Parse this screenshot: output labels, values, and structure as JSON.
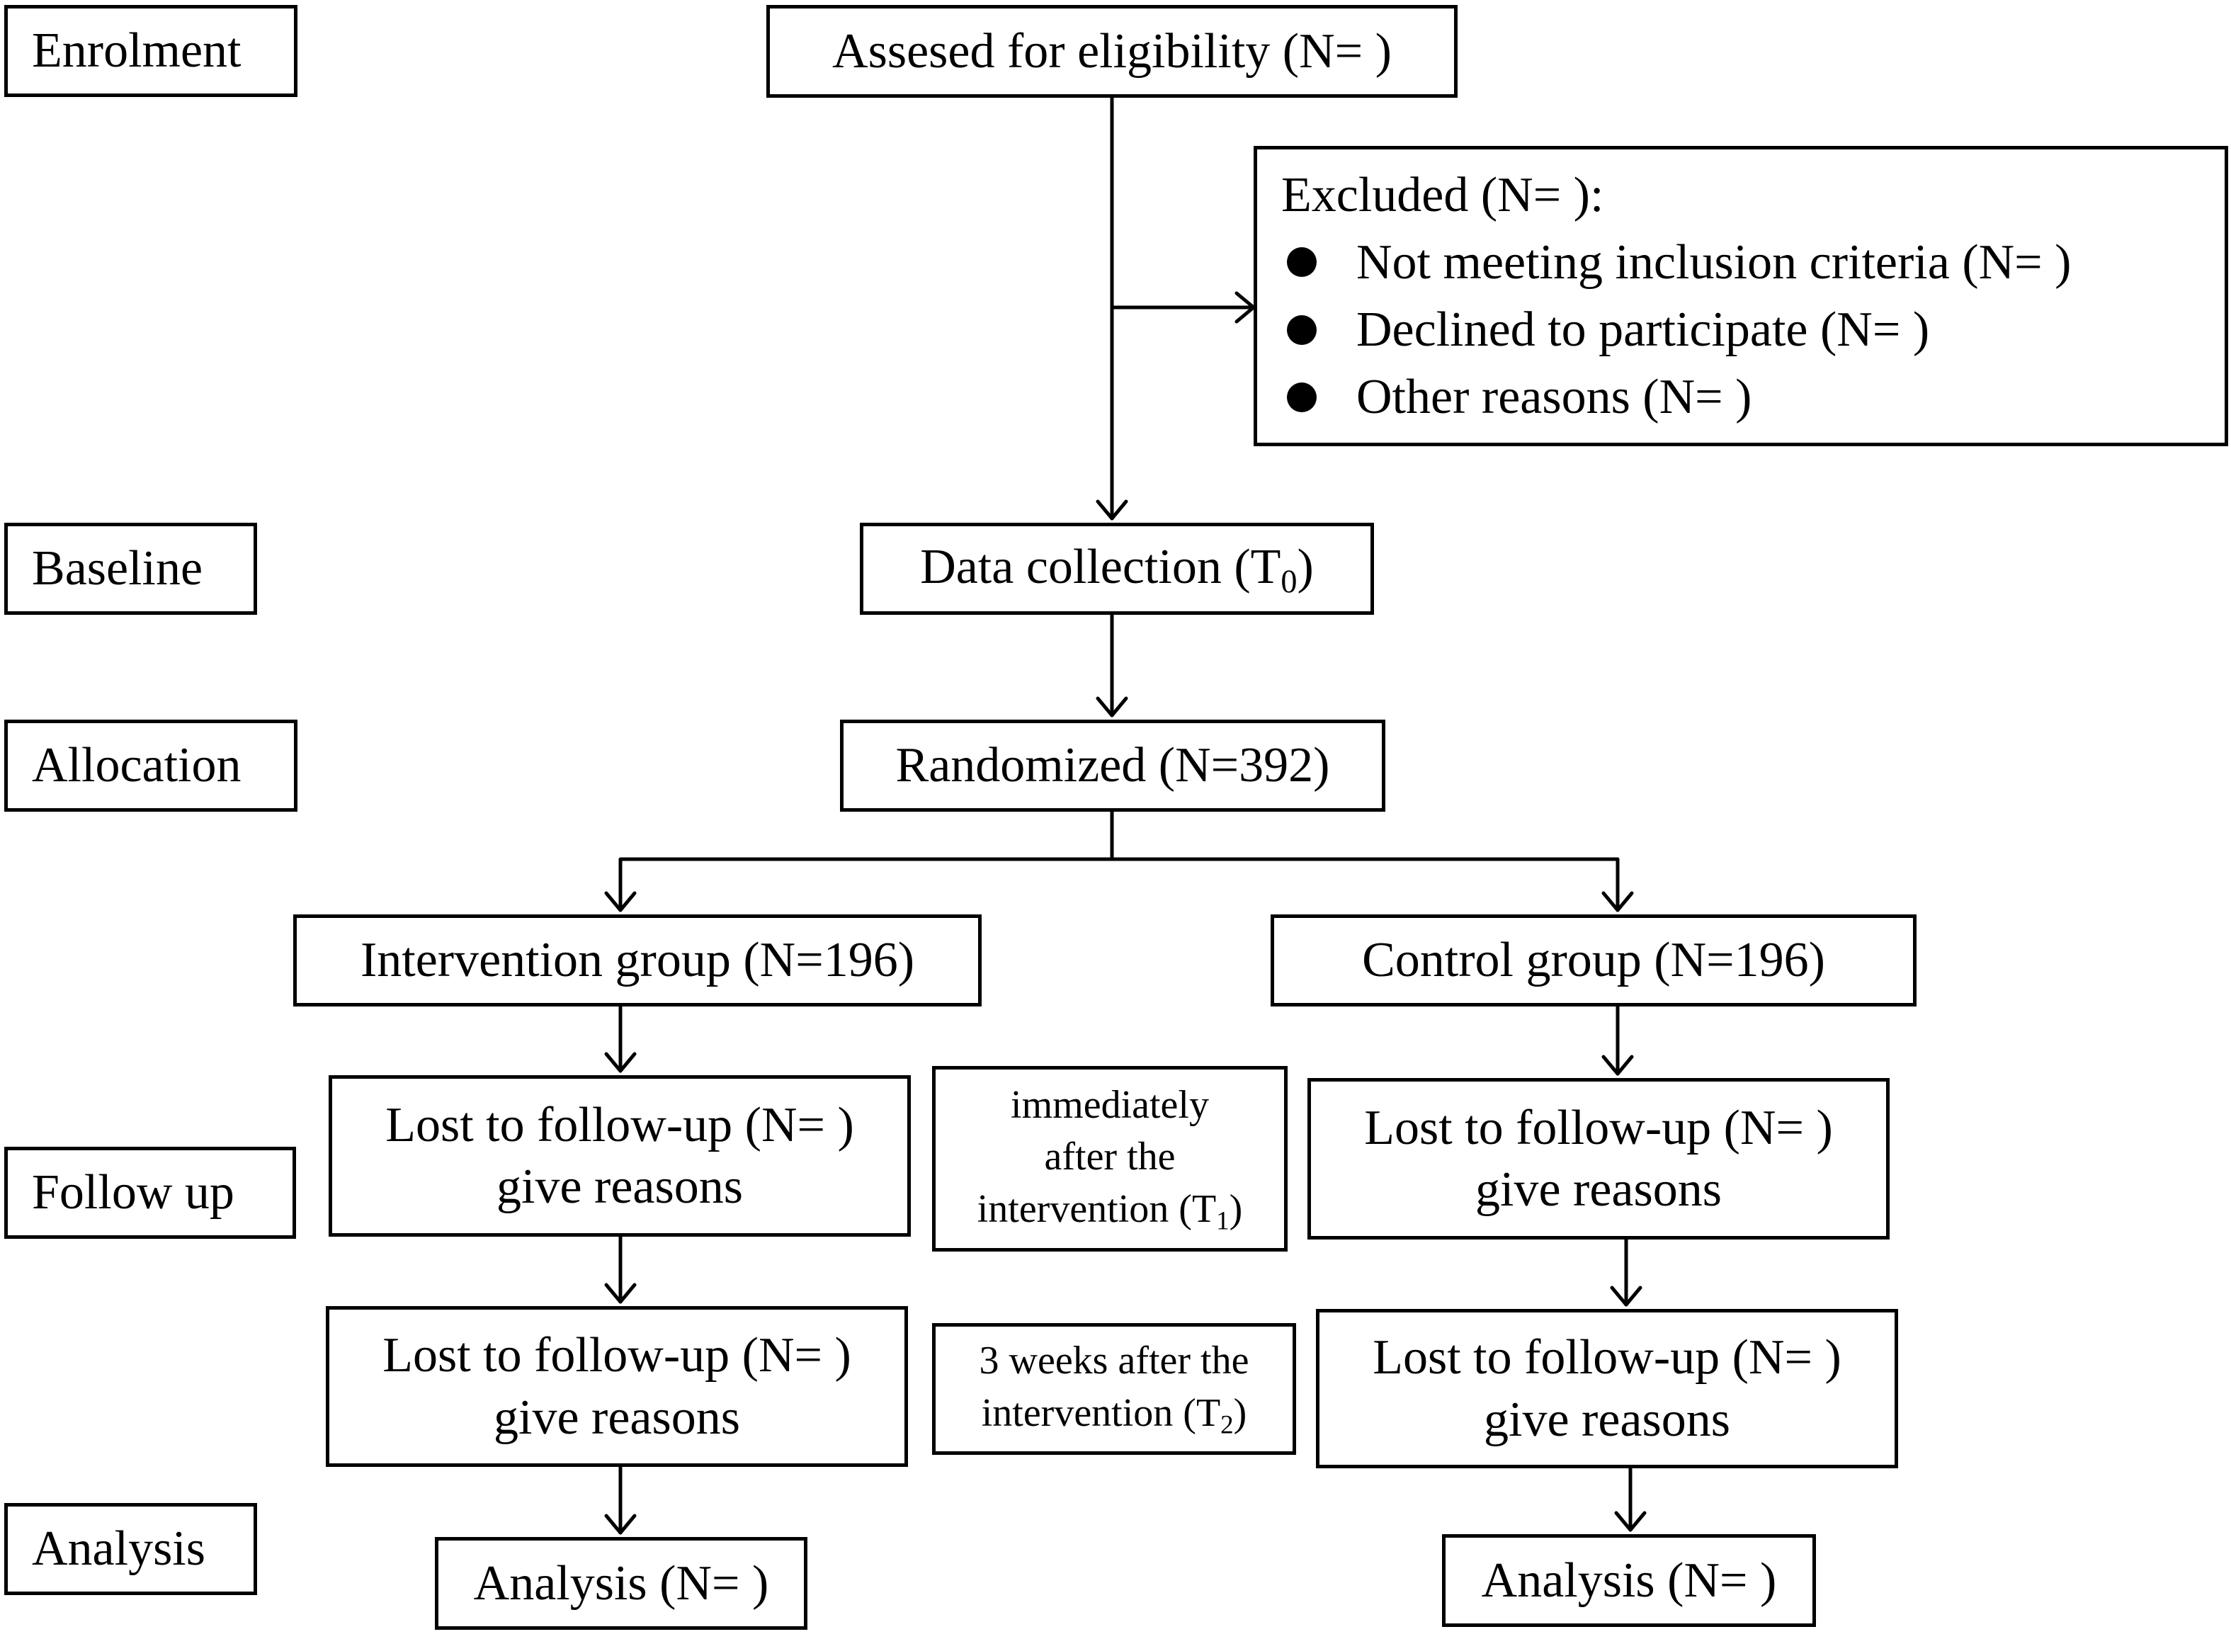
{
  "stages": {
    "enrolment": "Enrolment",
    "baseline": "Baseline",
    "allocation": "Allocation",
    "follow_up": "Follow up",
    "analysis": "Analysis"
  },
  "nodes": {
    "assessed": "Assesed for eligibility (N= )",
    "excluded": {
      "title": "Excluded (N= ):",
      "items": [
        "Not meeting inclusion criteria (N= )",
        "Declined to participate (N= )",
        "Other reasons (N= )"
      ]
    },
    "data_collection": {
      "text": "Data collection (T",
      "sub": "0",
      "close": ")"
    },
    "randomized": "Randomized (N=392)",
    "intervention_group": "Intervention group (N=196)",
    "control_group": "Control group (N=196)",
    "lost_line1": "Lost to follow-up (N= )",
    "lost_line2": "give reasons",
    "analysis": "Analysis (N= )"
  },
  "timepoints": {
    "t1": {
      "line1": "immediately",
      "line2": "after the",
      "line3": "intervention (T",
      "sub": "1",
      "close": ")"
    },
    "t2": {
      "line1": "3 weeks after the",
      "line2": "intervention (T",
      "sub": "2",
      "close": ")"
    }
  }
}
